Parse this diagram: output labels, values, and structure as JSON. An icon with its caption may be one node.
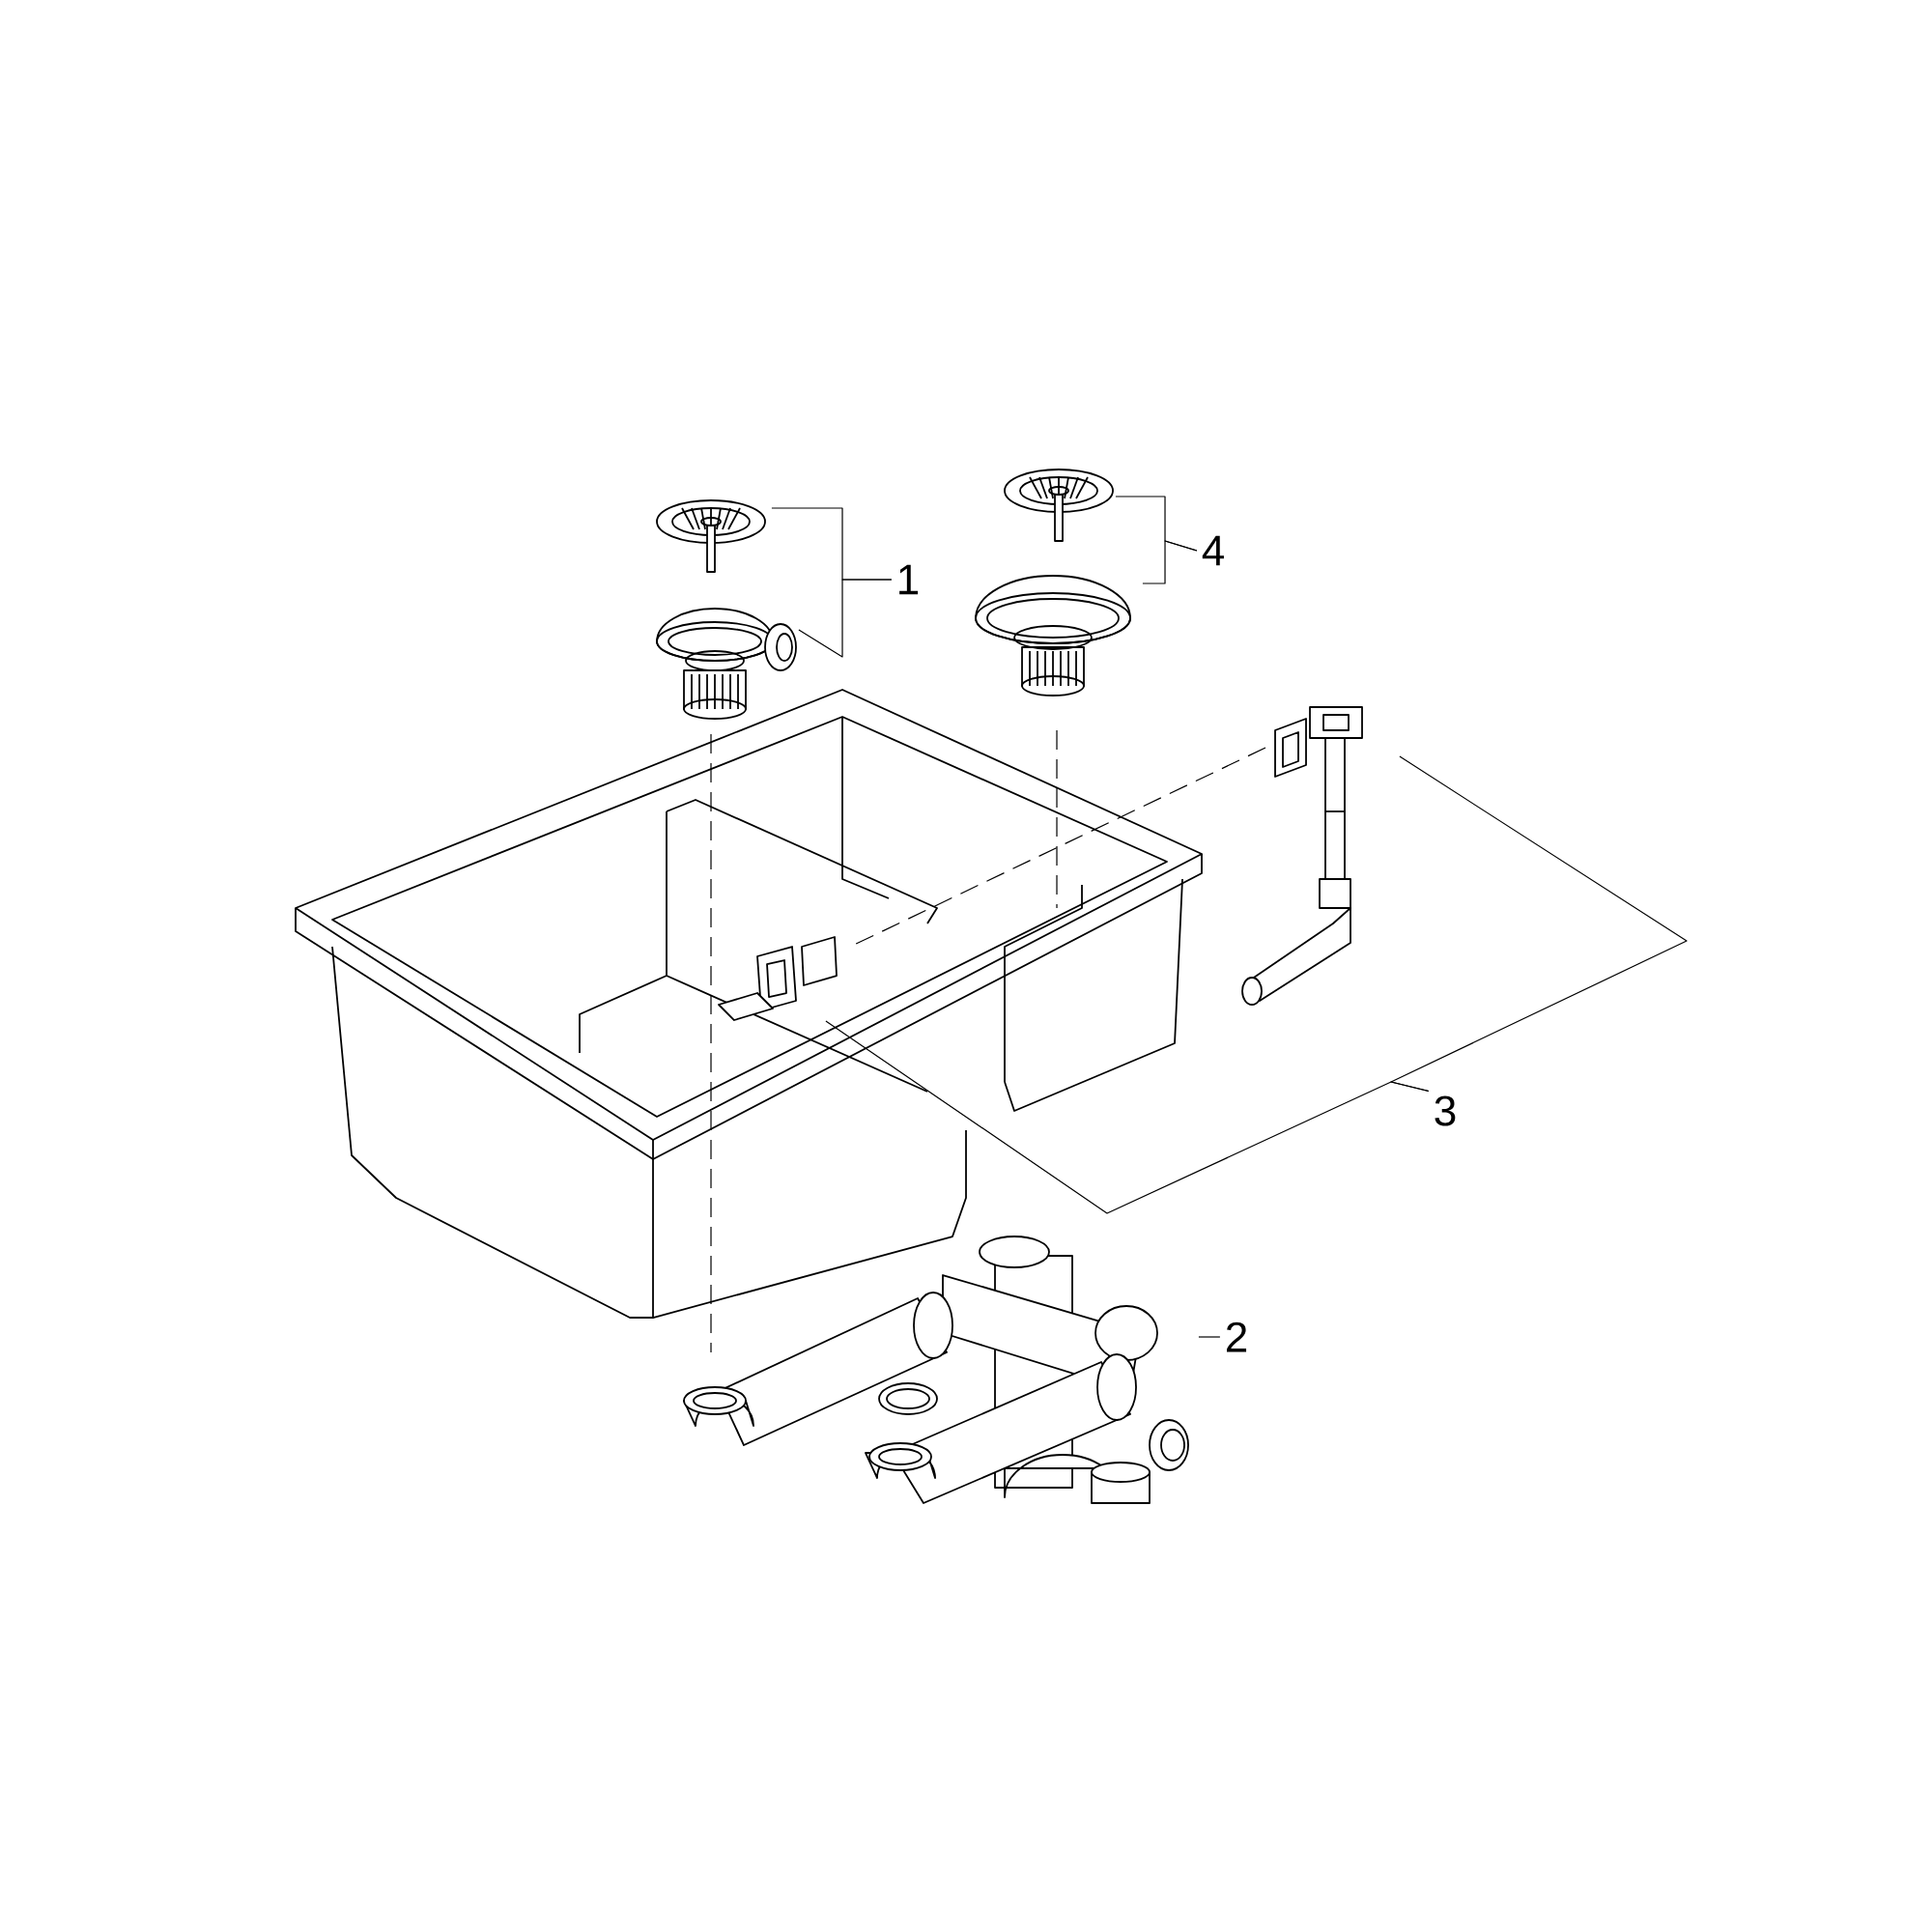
{
  "diagram": {
    "nodes": [
      {
        "text": [
          "1"
        ]
      },
      {
        "text": [
          "2"
        ]
      },
      {
        "text": [
          "3"
        ]
      },
      {
        "text": [
          "4"
        ]
      },
      {
        "text": [],
        "shape": "picture"
      },
      {
        "text": [],
        "shape": "picture"
      },
      {
        "text": [],
        "shape": "picture"
      },
      {
        "text": [],
        "shape": "picture"
      },
      {
        "text": [],
        "shape": "picture"
      },
      {
        "text": [],
        "shape": "picture"
      },
      {
        "text": [],
        "shape": "picture"
      }
    ],
    "edges": [
      {
        "from": 0,
        "to": 4,
        "arrow": "none"
      },
      {
        "from": 0,
        "to": 5,
        "arrow": "none"
      },
      {
        "from": 1,
        "to": 6,
        "arrow": "none"
      },
      {
        "from": 2,
        "to": 8,
        "arrow": "none"
      },
      {
        "from": 2,
        "to": 7,
        "arrow": "none"
      },
      {
        "from": 3,
        "to": 9,
        "arrow": "none"
      },
      {
        "from": 3,
        "to": 10,
        "arrow": "none"
      }
    ]
  }
}
